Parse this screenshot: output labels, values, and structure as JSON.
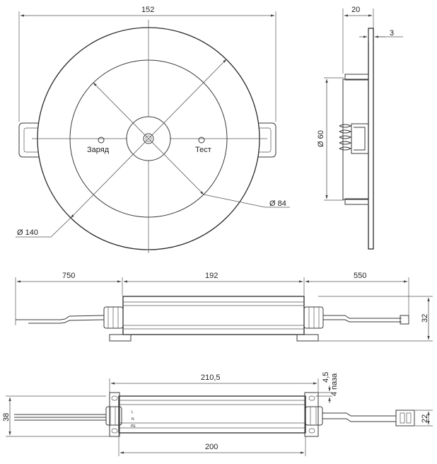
{
  "top_view": {
    "dim_width": "152",
    "dim_diameter_outer": "Ø 140",
    "dim_diameter_inner": "Ø 84",
    "label_charge": "Заряд",
    "label_test": "Тест"
  },
  "side_view": {
    "dim_depth": "20",
    "dim_flange": "3",
    "dim_diameter": "Ø 60"
  },
  "driver_top": {
    "dim_left_cable": "750",
    "dim_body": "192",
    "dim_right_cable": "550",
    "dim_height": "32"
  },
  "driver_bottom": {
    "dim_overall": "210,5",
    "dim_body": "200",
    "dim_height": "38",
    "dim_connector": "22",
    "dim_small": "4,5",
    "dim_hole": "4 паза",
    "terminal_l": "L",
    "terminal_n": "N",
    "terminal_pe": "PE"
  }
}
